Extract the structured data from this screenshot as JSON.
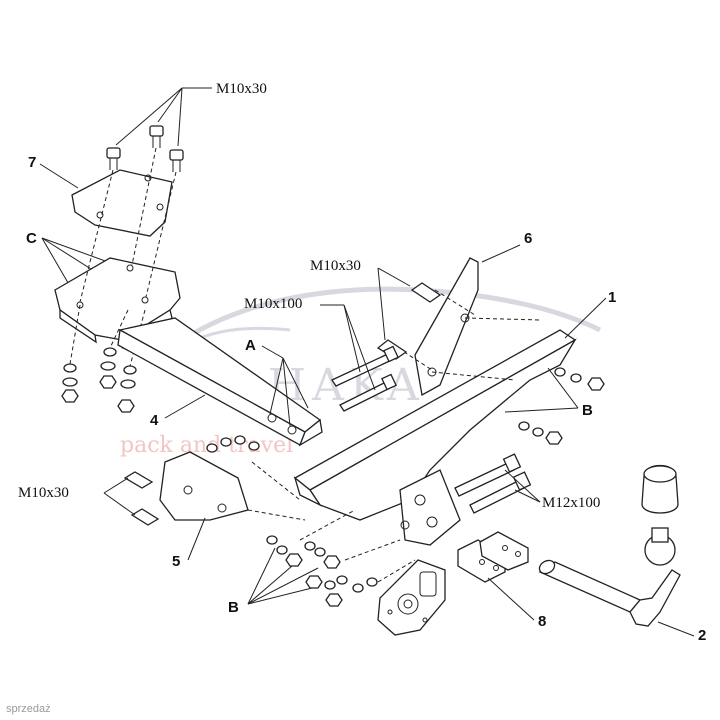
{
  "diagram": {
    "bolt_labels": {
      "m10x30_top": "M10x30",
      "m10x30_mid": "M10x30",
      "m10x100": "M10x100",
      "m10x30_left": "M10x30",
      "m12x100": "M12x100"
    },
    "letter_labels": {
      "a": "A",
      "b_right": "B",
      "b_bottom": "B",
      "c": "C"
    },
    "part_numbers": {
      "p1": "1",
      "p2": "2",
      "p4": "4",
      "p5": "5",
      "p6": "6",
      "p7": "7",
      "p8": "8"
    },
    "watermark": {
      "brand": "AHAKA",
      "tagline": "pack and travel"
    },
    "credit": "sprzedaż"
  }
}
